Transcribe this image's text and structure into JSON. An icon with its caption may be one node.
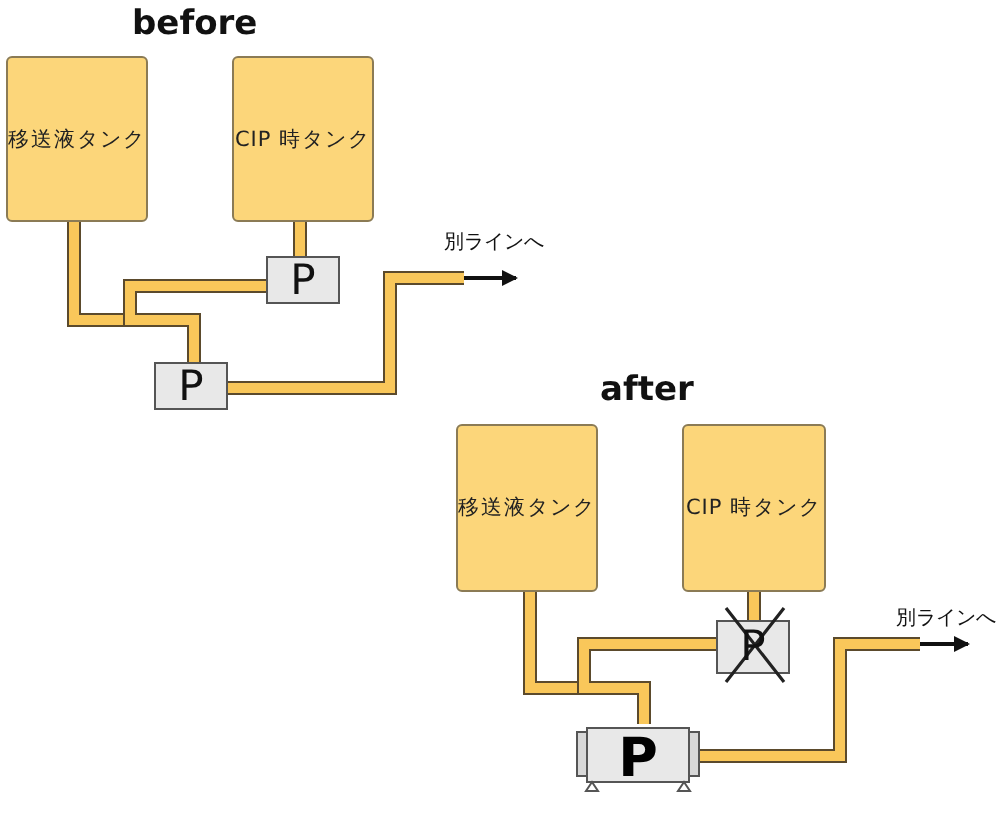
{
  "diagram": {
    "nodes": [
      {
        "text": [
          "移送液タンク"
        ]
      },
      {
        "text": [
          "CIP 時タンク"
        ]
      },
      {
        "text": [
          "P"
        ]
      },
      {
        "text": [
          "P"
        ]
      },
      {
        "text": [
          "移送液タンク"
        ]
      },
      {
        "text": [
          "CIP 時タンク"
        ]
      },
      {
        "text": [
          "P"
        ]
      },
      {
        "text": [
          "P"
        ]
      }
    ],
    "edges": [
      {
        "from": 0,
        "to": 3,
        "arrow": "none"
      },
      {
        "from": 2,
        "to": 3,
        "arrow": "none"
      },
      {
        "from": 1,
        "to": 2,
        "arrow": "none"
      },
      {
        "from": 3,
        "to": null,
        "arrow": "to",
        "label": "別ラインへ"
      },
      {
        "from": 4,
        "to": 7,
        "arrow": "none"
      },
      {
        "from": 6,
        "to": 7,
        "arrow": "none"
      },
      {
        "from": 5,
        "to": 6,
        "arrow": "none"
      },
      {
        "from": 7,
        "to": null,
        "arrow": "to",
        "label": "別ラインへ"
      }
    ],
    "labels": [
      "before",
      "after"
    ]
  }
}
